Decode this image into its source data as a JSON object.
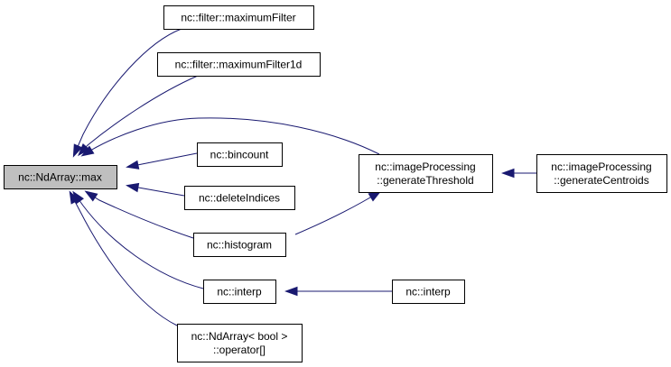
{
  "nodes": {
    "max": {
      "lines": [
        "nc::NdArray::max"
      ],
      "fill": "#bfbfbf"
    },
    "maxFilter": {
      "lines": [
        "nc::filter::maximumFilter"
      ],
      "fill": "#ffffff"
    },
    "maxFilter1d": {
      "lines": [
        "nc::filter::maximumFilter1d"
      ],
      "fill": "#ffffff"
    },
    "bincount": {
      "lines": [
        "nc::bincount"
      ],
      "fill": "#ffffff"
    },
    "deleteIndices": {
      "lines": [
        "nc::deleteIndices"
      ],
      "fill": "#ffffff"
    },
    "histogram": {
      "lines": [
        "nc::histogram"
      ],
      "fill": "#ffffff"
    },
    "interpA": {
      "lines": [
        "nc::interp"
      ],
      "fill": "#ffffff"
    },
    "interpB": {
      "lines": [
        "nc::interp"
      ],
      "fill": "#ffffff"
    },
    "boolOperator": {
      "lines": [
        "nc::NdArray< bool >",
        "::operator[]"
      ],
      "fill": "#ffffff"
    },
    "genThreshold": {
      "lines": [
        "nc::imageProcessing",
        "::generateThreshold"
      ],
      "fill": "#ffffff"
    },
    "genCentroids": {
      "lines": [
        "nc::imageProcessing",
        "::generateCentroids"
      ],
      "fill": "#ffffff"
    }
  },
  "edges": [
    {
      "from": "maxFilter",
      "to": "max"
    },
    {
      "from": "maxFilter1d",
      "to": "max"
    },
    {
      "from": "genThreshold",
      "to": "max"
    },
    {
      "from": "bincount",
      "to": "max"
    },
    {
      "from": "deleteIndices",
      "to": "max"
    },
    {
      "from": "histogram",
      "to": "max"
    },
    {
      "from": "interpA",
      "to": "max"
    },
    {
      "from": "boolOperator",
      "to": "max"
    },
    {
      "from": "genCentroids",
      "to": "genThreshold"
    },
    {
      "from": "histogram",
      "to": "genThreshold"
    },
    {
      "from": "interpB",
      "to": "interpA"
    }
  ],
  "colors": {
    "edge": "#191970",
    "border": "#000000",
    "highlight": "#bfbfbf"
  }
}
